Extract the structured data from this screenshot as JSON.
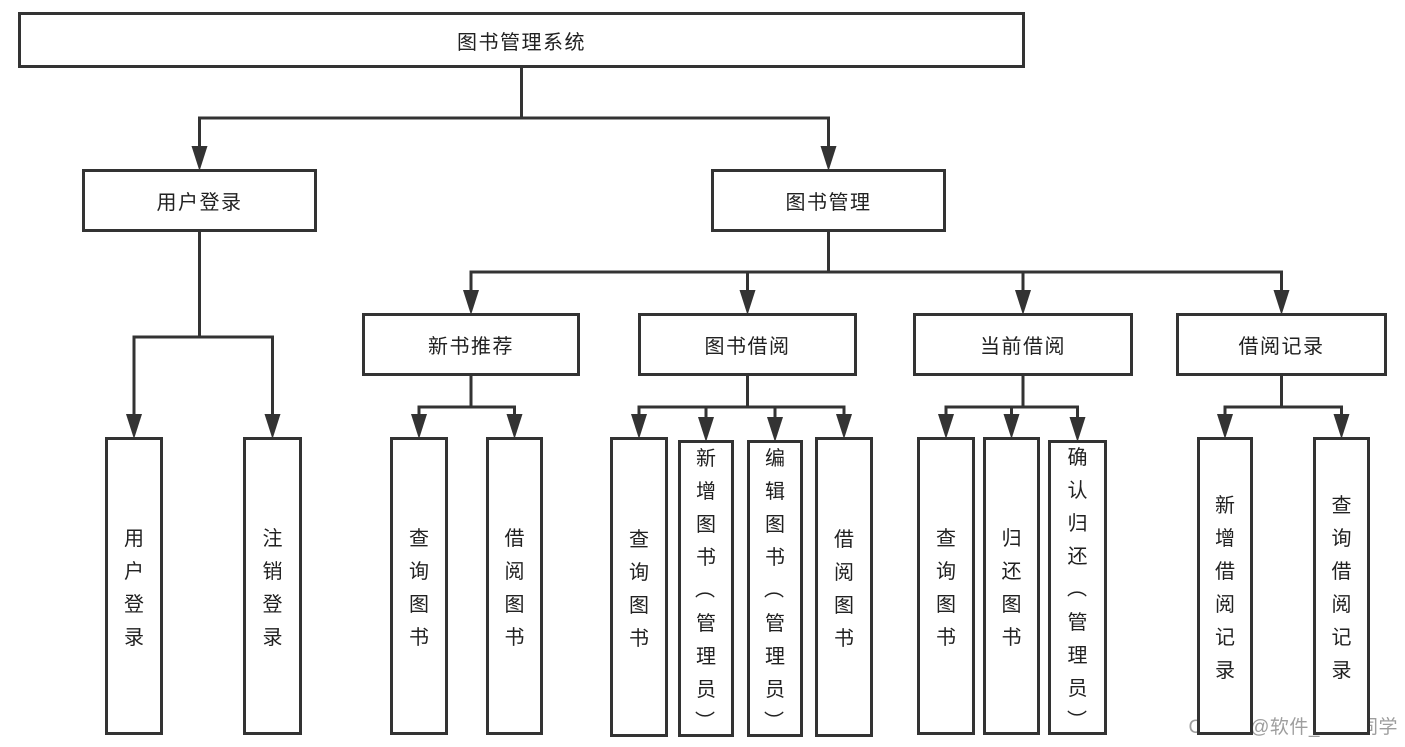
{
  "diagram": {
    "nodes": [
      {
        "id": "root",
        "label": "图书管理系统",
        "parent": null,
        "orientation": "horizontal"
      },
      {
        "id": "user-login",
        "label": "用户登录",
        "parent": "root",
        "orientation": "horizontal"
      },
      {
        "id": "book-management",
        "label": "图书管理",
        "parent": "root",
        "orientation": "horizontal"
      },
      {
        "id": "new-book-recommend",
        "label": "新书推荐",
        "parent": "book-management",
        "orientation": "horizontal"
      },
      {
        "id": "book-borrow",
        "label": "图书借阅",
        "parent": "book-management",
        "orientation": "horizontal"
      },
      {
        "id": "current-borrow",
        "label": "当前借阅",
        "parent": "book-management",
        "orientation": "horizontal"
      },
      {
        "id": "borrow-records",
        "label": "借阅记录",
        "parent": "book-management",
        "orientation": "horizontal"
      },
      {
        "id": "leaf-user-login",
        "label": "用户登录",
        "parent": "user-login",
        "orientation": "vertical"
      },
      {
        "id": "leaf-logout",
        "label": "注销登录",
        "parent": "user-login",
        "orientation": "vertical"
      },
      {
        "id": "leaf-nb-query",
        "label": "查询图书",
        "parent": "new-book-recommend",
        "orientation": "vertical"
      },
      {
        "id": "leaf-nb-borrow",
        "label": "借阅图书",
        "parent": "new-book-recommend",
        "orientation": "vertical"
      },
      {
        "id": "leaf-bb-query",
        "label": "查询图书",
        "parent": "book-borrow",
        "orientation": "vertical"
      },
      {
        "id": "leaf-bb-add",
        "label": "新增图书（管理员）",
        "parent": "book-borrow",
        "orientation": "vertical"
      },
      {
        "id": "leaf-bb-edit",
        "label": "编辑图书（管理员）",
        "parent": "book-borrow",
        "orientation": "vertical"
      },
      {
        "id": "leaf-bb-borrow",
        "label": "借阅图书",
        "parent": "book-borrow",
        "orientation": "vertical"
      },
      {
        "id": "leaf-cb-query",
        "label": "查询图书",
        "parent": "current-borrow",
        "orientation": "vertical"
      },
      {
        "id": "leaf-cb-return",
        "label": "归还图书",
        "parent": "current-borrow",
        "orientation": "vertical"
      },
      {
        "id": "leaf-cb-confirm",
        "label": "确认归还（管理员）",
        "parent": "current-borrow",
        "orientation": "vertical"
      },
      {
        "id": "leaf-br-add",
        "label": "新增借阅记录",
        "parent": "borrow-records",
        "orientation": "vertical"
      },
      {
        "id": "leaf-br-query",
        "label": "查询借阅记录",
        "parent": "borrow-records",
        "orientation": "vertical"
      }
    ]
  },
  "watermark": "CSDN @软件_小贺同学",
  "colors": {
    "line": "#333333",
    "box_border": "#333333",
    "text": "#212121",
    "watermark": "#9e9e9e",
    "background": "#ffffff"
  }
}
